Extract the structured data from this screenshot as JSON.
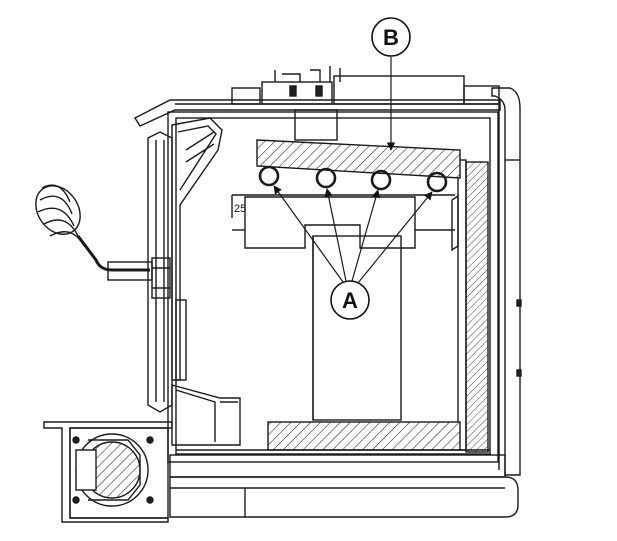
{
  "diagram": {
    "callout_b": "B",
    "callout_a": "A",
    "side_mark": "25"
  }
}
